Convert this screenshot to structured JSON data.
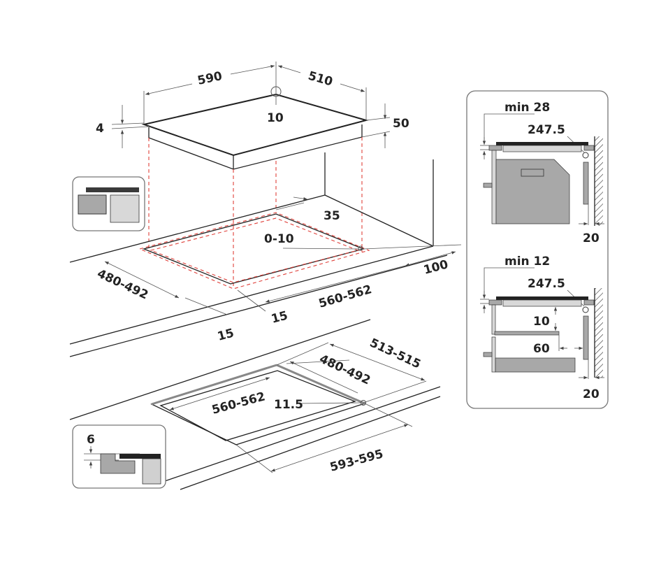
{
  "hob_dimensions": {
    "width": "590",
    "depth": "510",
    "corner_radius": "10",
    "glass_thickness": "4",
    "height": "50"
  },
  "cutout_standard": {
    "rear_clearance": "35",
    "corner": "0-10",
    "wall_distance": "100",
    "width": "560-562",
    "depth": "480-492",
    "side_clearance_a": "15",
    "side_clearance_b": "15"
  },
  "cutout_flush": {
    "outer_depth": "513-515",
    "inner_depth": "480-492",
    "inner_width": "560-562",
    "corner": "11.5",
    "outer_width": "593-595",
    "rebate_depth": "6"
  },
  "side_panel": {
    "oven": {
      "min_clearance": "min 28",
      "radius": "247.5",
      "wall_gap": "20"
    },
    "drawer": {
      "min_clearance": "min 12",
      "radius": "247.5",
      "shelf_gap": "10",
      "shelf_setback": "60",
      "wall_gap": "20"
    }
  },
  "colors": {
    "projection": "#e0403a",
    "panel_grey": "#a8a8a8",
    "light_grey": "#d8d8d8",
    "dark": "#3a3a3a"
  }
}
